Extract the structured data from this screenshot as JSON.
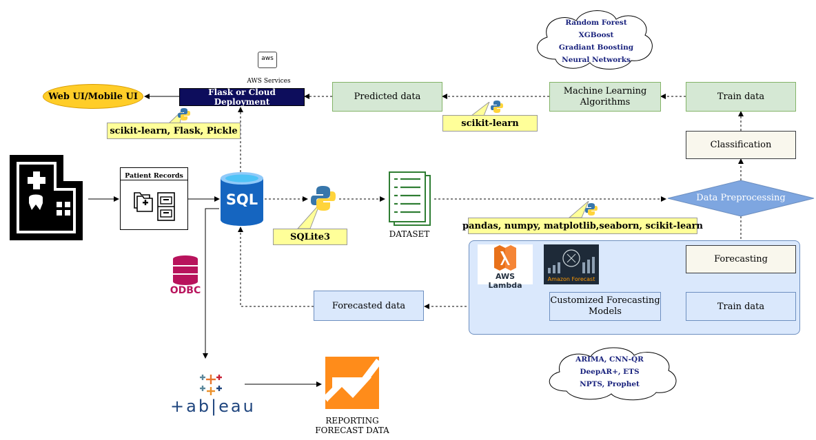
{
  "nodes": {
    "web_ui": "Web UI/Mobile UI",
    "flask": "Flask or Cloud Deployment",
    "aws_services": "AWS Services",
    "aws_logo": "aws",
    "predicted": "Predicted data",
    "ml": "Machine Learning Algorithms",
    "train_top": "Train data",
    "classification": "Classification",
    "preprocessing": "Data Preprocessing",
    "forecasting": "Forecasting",
    "train_bottom": "Train data",
    "custom_models": "Customized Forecasting Models",
    "forecasted": "Forecasted data",
    "patient_records": "Patient Records",
    "sql": "SQL",
    "dataset": "DATASET",
    "odbc": "ODBC",
    "tableau": "+ab|eau",
    "reporting": "REPORTING FORECAST DATA",
    "aws_lambda": "AWS Lambda",
    "amazon_forecast": "Amazon Forecast"
  },
  "notes": {
    "flask_libs": "scikit-learn, Flask, Pickle",
    "ml_libs": "scikit-learn",
    "sqlite": "SQLite3",
    "prep_libs": "pandas, numpy, matplotlib,seaborn, scikit-learn"
  },
  "clouds": {
    "ml_algos": [
      "Random Forest",
      "XGBoost",
      "Gradiant Boosting",
      "Neural Networks"
    ],
    "forecast_algos": [
      "ARIMA, CNN-QR",
      "DeepAR+, ETS",
      "NPTS, Prophet"
    ]
  },
  "colors": {
    "green_fill": "#d5e8d4",
    "blue_fill": "#dae8fc",
    "cream_fill": "#f9f7ed",
    "note_fill": "#ffff99",
    "web_ui_fill": "#ffcd28",
    "flask_fill": "#0d0d5c",
    "preprocessing_fill": "#7ea6e0",
    "odbc": "#b8135c",
    "reporting_chart": "#ff8c1a",
    "python_blue": "#3776ab",
    "python_yellow": "#ffd43b"
  }
}
